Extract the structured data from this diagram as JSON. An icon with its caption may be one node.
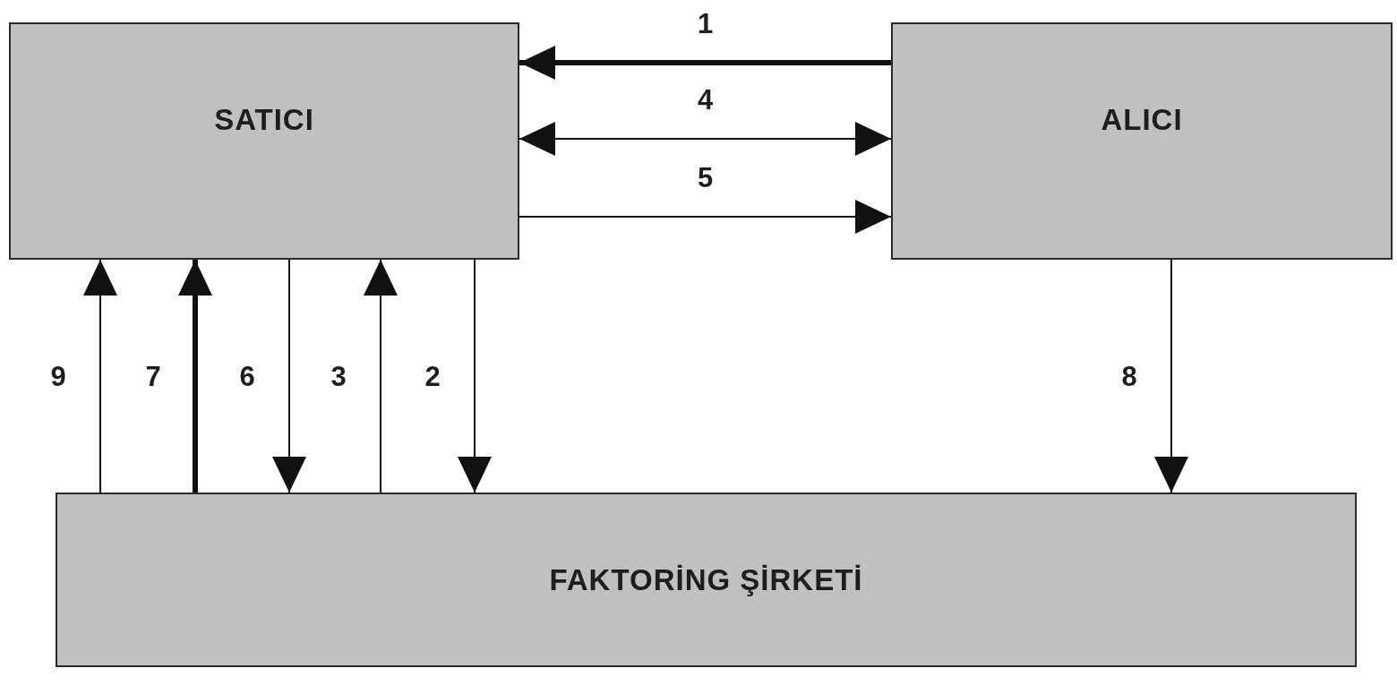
{
  "diagram": {
    "nodes": [
      {
        "text": [
          "SATICI"
        ]
      },
      {
        "text": [
          "ALICI"
        ]
      },
      {
        "text": [
          "FAKTORİNG ŞİRKETİ"
        ]
      }
    ],
    "edges": [
      {
        "from": 1,
        "to": 0,
        "arrow": "to",
        "label": "1",
        "style": "thick"
      },
      {
        "from": 0,
        "to": 1,
        "arrow": "both",
        "label": "4"
      },
      {
        "from": 0,
        "to": 1,
        "arrow": "to",
        "label": "5"
      },
      {
        "from": 2,
        "to": 0,
        "arrow": "to",
        "label": "9"
      },
      {
        "from": 2,
        "to": 0,
        "arrow": "to",
        "label": "7",
        "style": "thick"
      },
      {
        "from": 0,
        "to": 2,
        "arrow": "to",
        "label": "6"
      },
      {
        "from": 2,
        "to": 0,
        "arrow": "to",
        "label": "3"
      },
      {
        "from": 0,
        "to": 2,
        "arrow": "to",
        "label": "2"
      },
      {
        "from": 1,
        "to": 2,
        "arrow": "to",
        "label": "8"
      }
    ]
  }
}
